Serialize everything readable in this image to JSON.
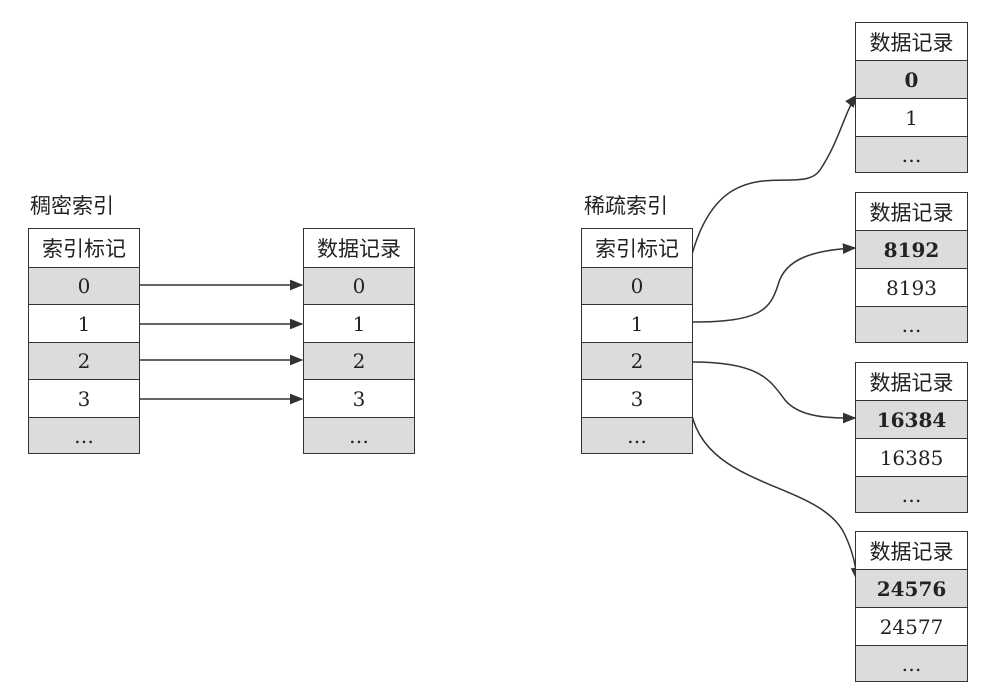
{
  "dense": {
    "title": "稠密索引",
    "index_table": {
      "header": "索引标记",
      "rows": [
        "0",
        "1",
        "2",
        "3",
        "…"
      ]
    },
    "data_table": {
      "header": "数据记录",
      "rows": [
        "0",
        "1",
        "2",
        "3",
        "…"
      ]
    }
  },
  "sparse": {
    "title": "稀疏索引",
    "index_table": {
      "header": "索引标记",
      "rows": [
        "0",
        "1",
        "2",
        "3",
        "…"
      ]
    },
    "blocks": [
      {
        "header": "数据记录",
        "rows": [
          "0",
          "1",
          "…"
        ]
      },
      {
        "header": "数据记录",
        "rows": [
          "8192",
          "8193",
          "…"
        ]
      },
      {
        "header": "数据记录",
        "rows": [
          "16384",
          "16385",
          "…"
        ]
      },
      {
        "header": "数据记录",
        "rows": [
          "24576",
          "24577",
          "…"
        ]
      }
    ]
  },
  "colors": {
    "shaded": "#dcdcdc",
    "line": "#333333"
  }
}
